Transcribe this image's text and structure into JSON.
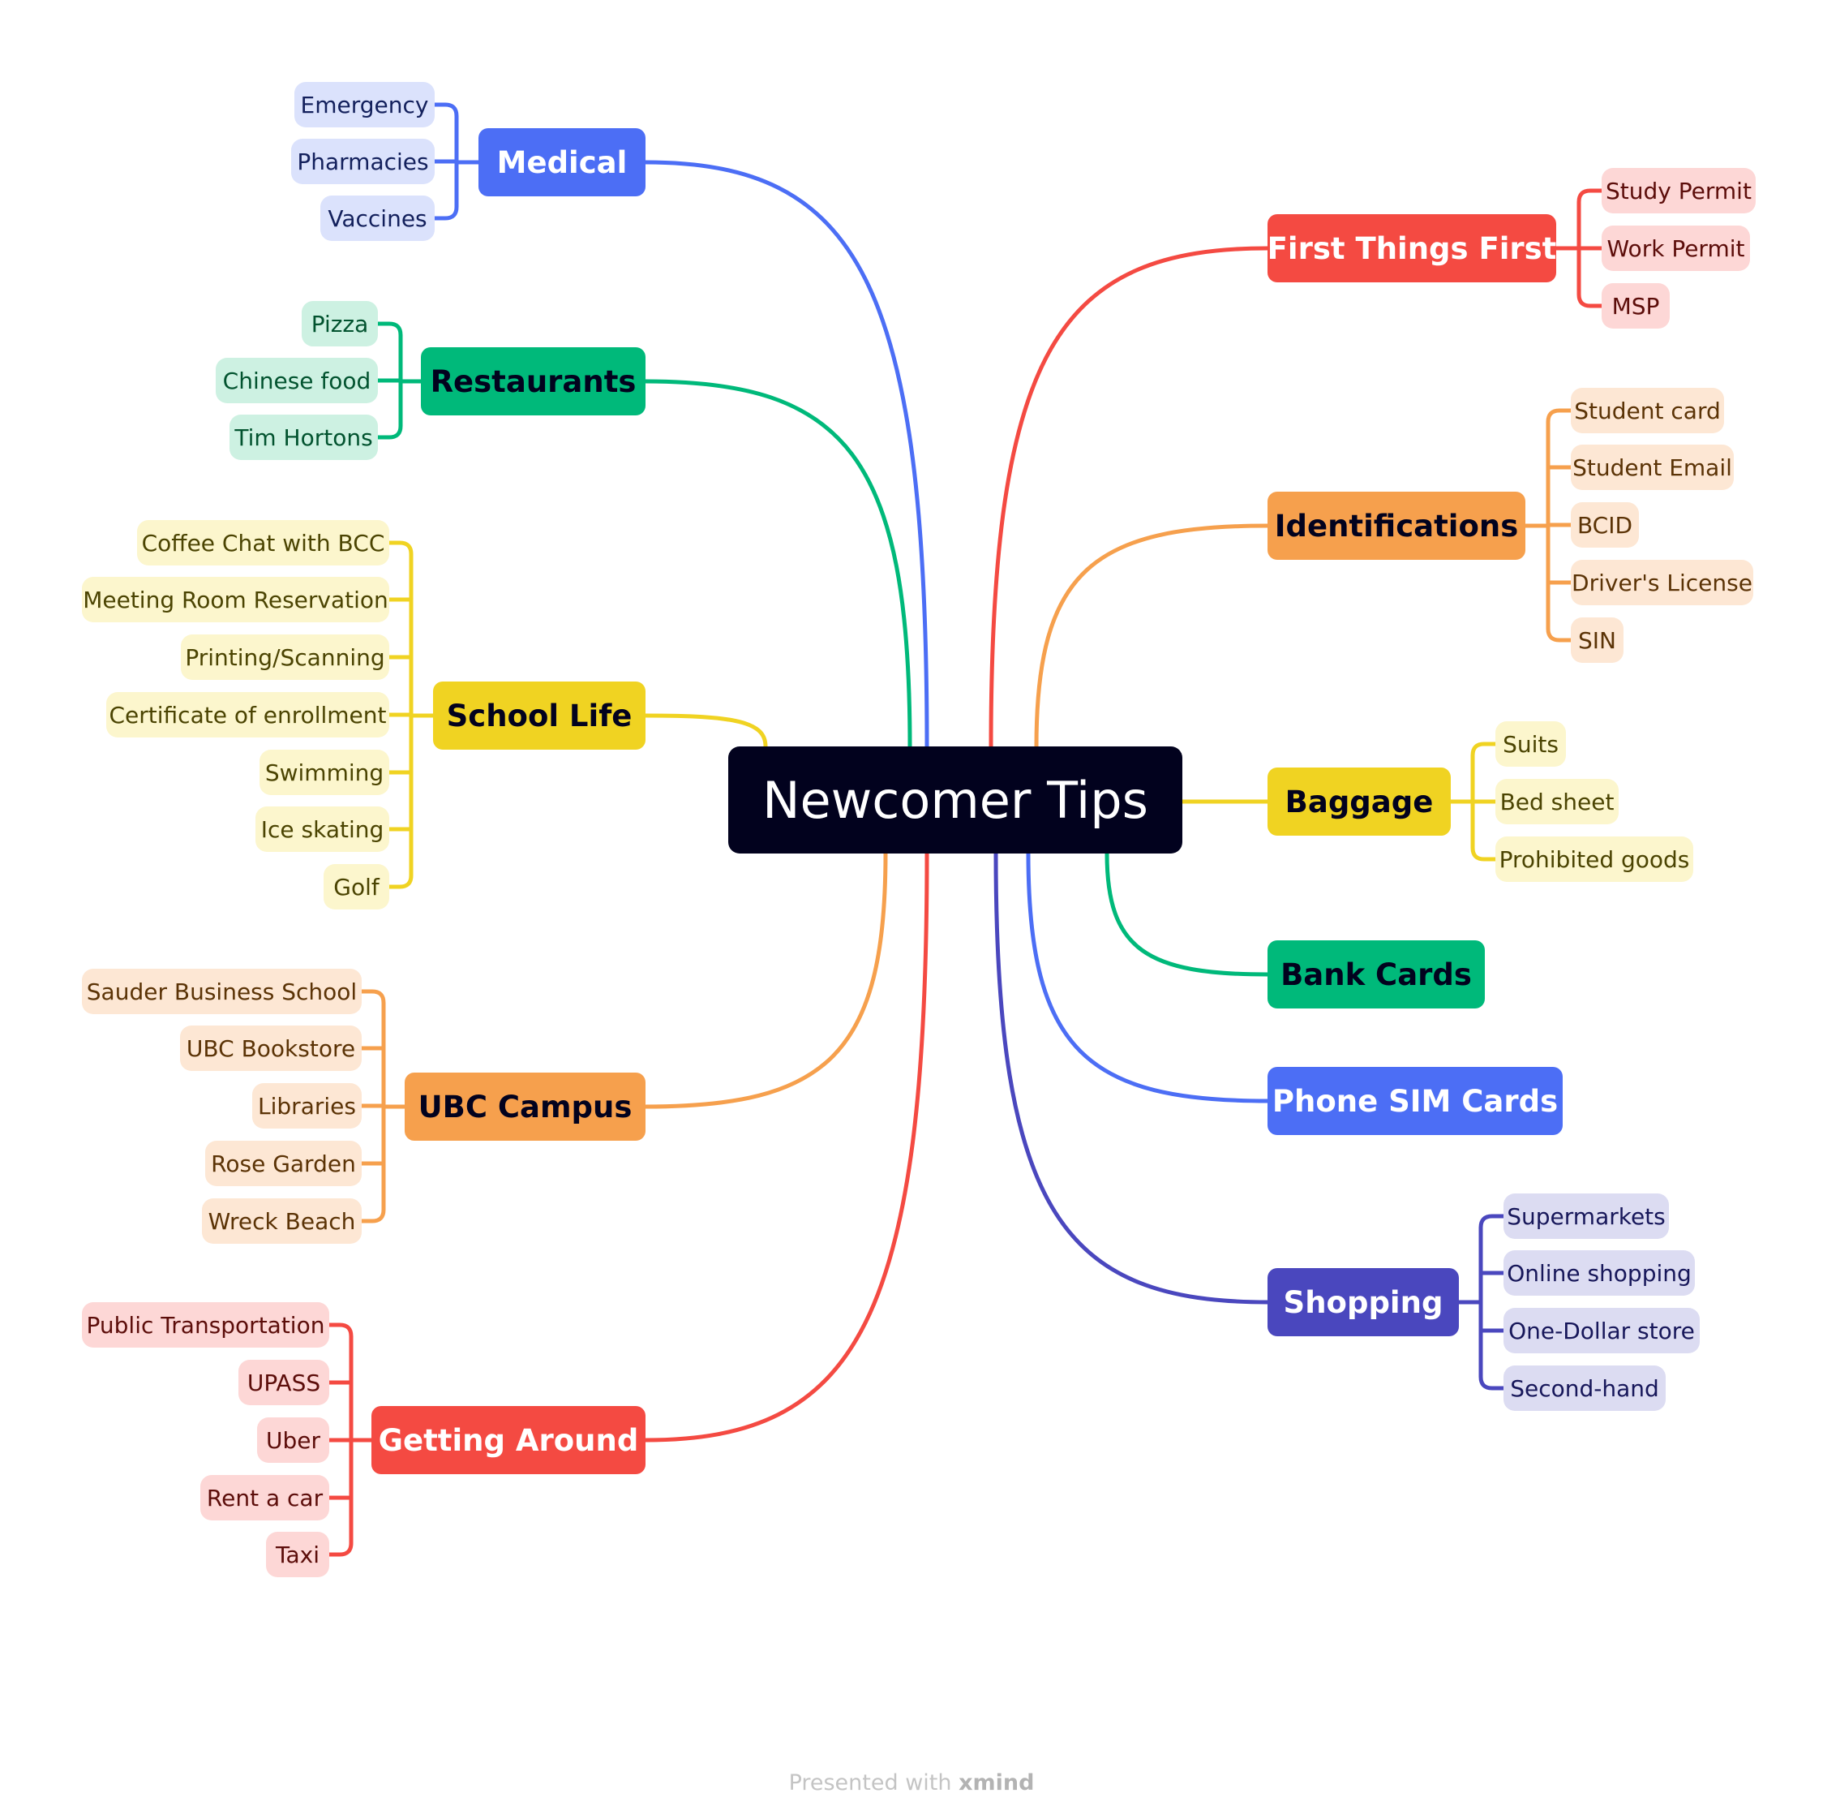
{
  "central": {
    "label": "Newcomer Tips"
  },
  "colors": {
    "blue": "#4c6ef5",
    "green": "#00b97a",
    "yellow": "#f0d322",
    "orange": "#f6a04d",
    "red": "#f44a42",
    "indigo": "#4a47be",
    "dark": "#02021e"
  },
  "branches": [
    {
      "label": "Medical",
      "children": [
        "Emergency",
        "Pharmacies",
        "Vaccines"
      ]
    },
    {
      "label": "Restaurants",
      "children": [
        "Pizza",
        "Chinese food",
        "Tim Hortons"
      ]
    },
    {
      "label": "School Life",
      "children": [
        "Coffee Chat with BCC",
        "Meeting Room Reservation",
        "Printing/Scanning",
        "Certificate of enrollment",
        "Swimming",
        "Ice skating",
        "Golf"
      ]
    },
    {
      "label": "UBC Campus",
      "children": [
        "Sauder Business School",
        "UBC Bookstore",
        "Libraries",
        "Rose Garden",
        "Wreck Beach"
      ]
    },
    {
      "label": "Getting Around",
      "children": [
        "Public Transportation",
        "UPASS",
        "Uber",
        "Rent a car",
        "Taxi"
      ]
    },
    {
      "label": "First Things First",
      "children": [
        "Study Permit",
        "Work Permit",
        "MSP"
      ]
    },
    {
      "label": "Identifications",
      "children": [
        "Student card",
        "Student Email",
        "BCID",
        "Driver's License",
        "SIN"
      ]
    },
    {
      "label": "Baggage",
      "children": [
        "Suits",
        "Bed sheet",
        "Prohibited goods"
      ]
    },
    {
      "label": "Bank Cards",
      "children": []
    },
    {
      "label": "Phone SIM Cards",
      "children": []
    },
    {
      "label": "Shopping",
      "children": [
        "Supermarkets",
        "Online shopping",
        "One-Dollar store",
        "Second-hand"
      ]
    }
  ],
  "footer": {
    "prefix": "Presented with",
    "brand": "xmind"
  }
}
